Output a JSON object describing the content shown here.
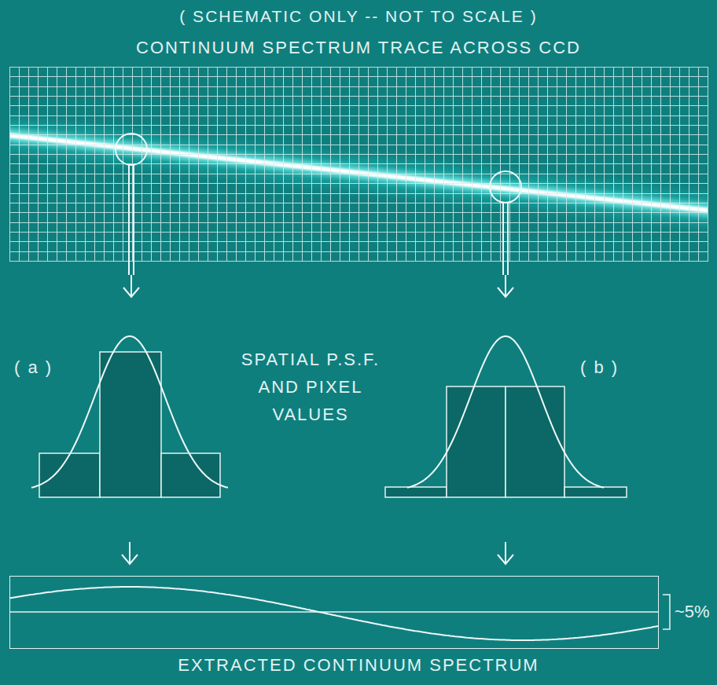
{
  "diagram": {
    "nodes": [
      {
        "text": [
          "CONTINUUM SPECTRUM TRACE ACROSS CCD"
        ]
      },
      {
        "text": [
          "EXTRACTED CONTINUUM SPECTRUM"
        ]
      }
    ],
    "labels": [
      "( SCHEMATIC ONLY -- NOT TO SCALE )",
      "( a )",
      "SPATIAL P.S.F. AND PIXEL VALUES",
      "( b )",
      "~5%"
    ]
  }
}
